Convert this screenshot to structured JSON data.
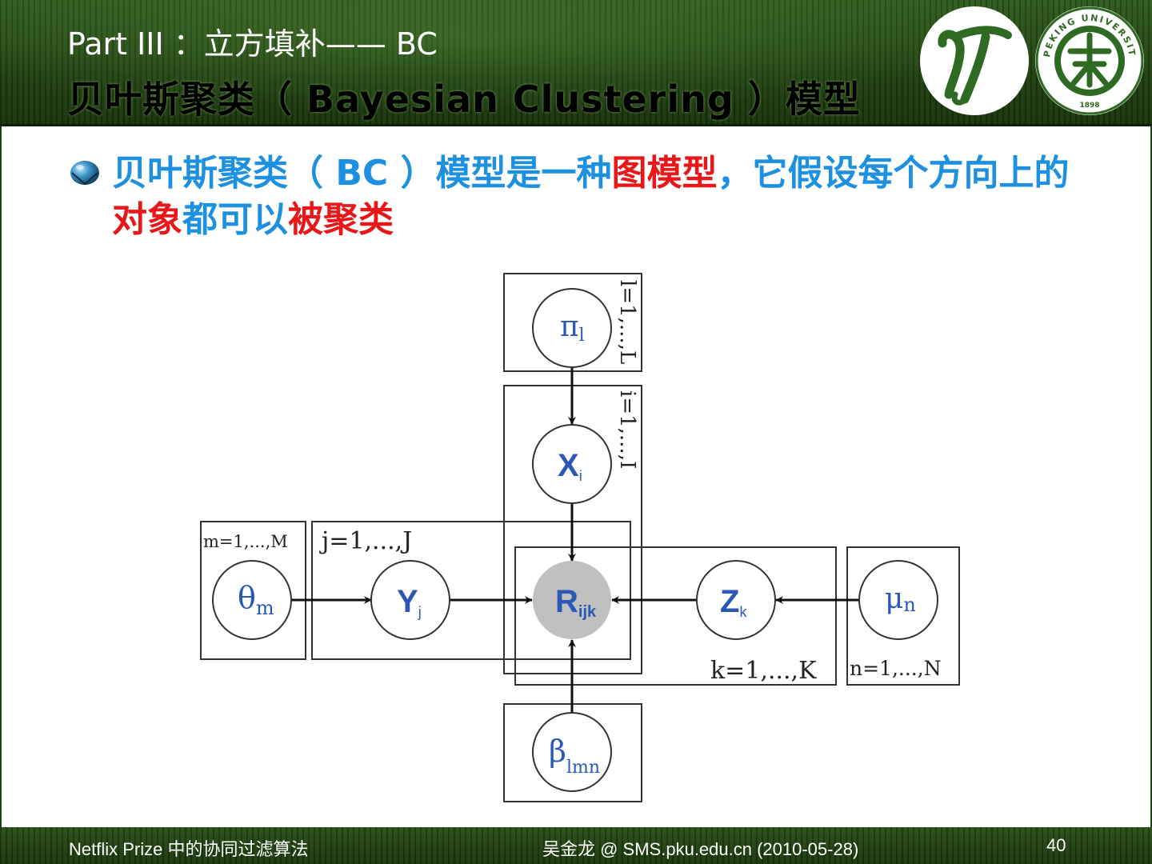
{
  "header": {
    "subtitle": "Part III ：立方填补—— BC",
    "title": "贝叶斯聚类（ Bayesian Clustering ）模型",
    "logo_left_icon": "vt-monogram-logo",
    "logo_right_icon": "peking-university-seal",
    "seal_text": "PEKING UNIVERSITY",
    "seal_year": "1898"
  },
  "bullet": {
    "parts": [
      {
        "text": "贝叶斯聚类（ BC ）模型是一种",
        "color": "#1e90e0"
      },
      {
        "text": "图模型",
        "color": "#e8181a"
      },
      {
        "text": "，它假设每个方向上的",
        "color": "#1e90e0"
      },
      {
        "text": "对象",
        "color": "#e8181a"
      },
      {
        "text": "都可以",
        "color": "#1e90e0"
      },
      {
        "text": "被聚类",
        "color": "#e8181a"
      }
    ]
  },
  "diagram": {
    "nodes": {
      "pi": {
        "main": "π",
        "sub": "l"
      },
      "x": {
        "main": "X",
        "sub": "i"
      },
      "theta": {
        "main": "θ",
        "sub": "m"
      },
      "y": {
        "main": "Y",
        "sub": "j"
      },
      "r": {
        "main": "R",
        "sub": "ijk"
      },
      "z": {
        "main": "Z",
        "sub": "k"
      },
      "mu": {
        "main": "μ",
        "sub": "n"
      },
      "beta": {
        "main": "β",
        "sub": "lmn"
      }
    },
    "plates": {
      "l": "l=1,...,L",
      "i": "i=1,...,I",
      "m": "m=1,...,M",
      "j": "j=1,...,J",
      "k": "k=1,...,K",
      "n": "n=1,...,N"
    },
    "colors": {
      "node_text": "#2b58b5",
      "observed_fill": "#c0c0c0"
    }
  },
  "footer": {
    "left": "Netflix Prize 中的协同过滤算法",
    "center": "吴金龙 @ SMS.pku.edu.cn (2010-05-28)",
    "page": "40"
  }
}
